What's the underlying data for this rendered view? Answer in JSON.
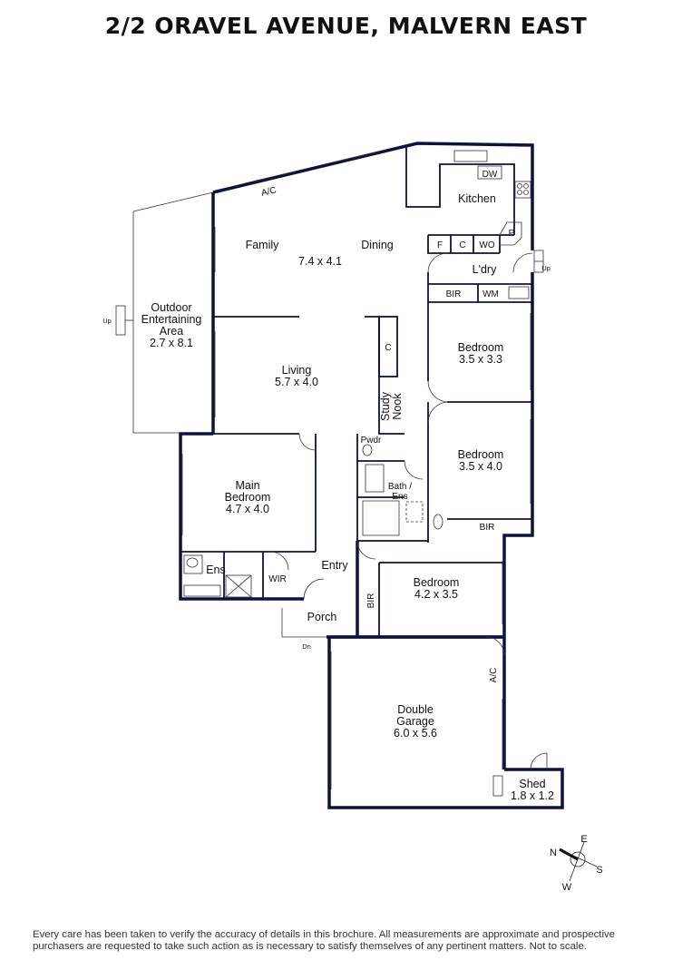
{
  "title": "2/2 ORAVEL AVENUE, MALVERN EAST",
  "rooms": {
    "family": {
      "label": "Family",
      "dims": "7.4 x 4.1"
    },
    "dining": {
      "label": "Dining"
    },
    "kitchen": {
      "label": "Kitchen"
    },
    "laundry": {
      "label": "L'dry"
    },
    "outdoor": {
      "label1": "Outdoor",
      "label2": "Entertaining",
      "label3": "Area",
      "dims": "2.7 x 8.1"
    },
    "living": {
      "label": "Living",
      "dims": "5.7 x 4.0"
    },
    "study": {
      "label1": "Study",
      "label2": "Nook"
    },
    "bedroom2": {
      "label": "Bedroom",
      "dims": "3.5 x 3.3"
    },
    "bedroom3": {
      "label": "Bedroom",
      "dims": "3.5 x 4.0"
    },
    "main_bedroom": {
      "label1": "Main",
      "label2": "Bedroom",
      "dims": "4.7 x 4.0"
    },
    "ensuite": {
      "label": "Ens"
    },
    "wir": {
      "label": "WIR"
    },
    "entry": {
      "label": "Entry"
    },
    "bedroom4": {
      "label": "Bedroom",
      "dims": "4.2 x 3.5"
    },
    "porch": {
      "label": "Porch"
    },
    "bath": {
      "label1": "Bath /",
      "label2": "Ens"
    },
    "powder": {
      "label": "Pwdr"
    },
    "garage": {
      "label1": "Double",
      "label2": "Garage",
      "dims": "6.0 x 5.6"
    },
    "shed": {
      "label": "Shed",
      "dims": "1.8 x 1.2"
    }
  },
  "fixtures": {
    "dw": "DW",
    "p": "P",
    "f": "F",
    "c": "C",
    "wo": "WO",
    "bir": "BIR",
    "wm": "WM",
    "ac": "A/C",
    "up": "Up",
    "dn": "Dn",
    "cupboard": "C"
  },
  "compass": {
    "n": "N",
    "e": "E",
    "s": "S",
    "w": "W"
  },
  "disclaimer": "Every care has been taken to verify the accuracy of details in this brochure. All measurements are approximate and prospective purchasers are requested to take such action as is necessary to satisfy themselves of any pertinent matters. Not to scale."
}
